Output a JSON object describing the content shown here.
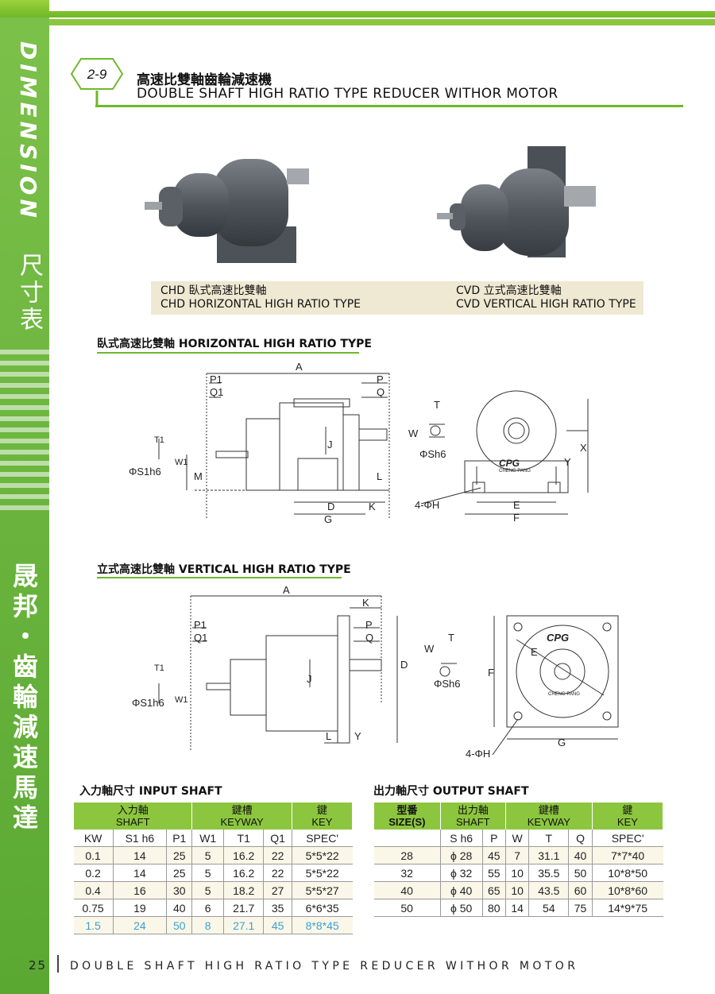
{
  "sidebar": {
    "word": "DIMENSION",
    "cn_label": "尺寸表",
    "company": "晟邦・齒輪減速馬達"
  },
  "section": {
    "number": "2-9",
    "title_cn": "高速比雙軸齒輪減速機",
    "title_en": "DOUBLE SHAFT HIGH RATIO TYPE REDUCER WITHOR MOTOR"
  },
  "captions": {
    "left_cn": "CHD  臥式高速比雙軸",
    "left_en": "CHD  HORIZONTAL HIGH RATIO TYPE",
    "right_cn": "CVD  立式高速比雙軸",
    "right_en": "CVD  VERTICAL HIGH RATIO TYPE"
  },
  "horizontal": {
    "heading": "臥式高速比雙軸 HORIZONTAL HIGH RATIO TYPE",
    "labels": {
      "A": "A",
      "P": "P",
      "Q": "Q",
      "P1": "P1",
      "Q1": "Q1",
      "T1": "T1",
      "W1": "W1",
      "S1": "ΦS1h6",
      "M": "M",
      "J": "J",
      "L": "L",
      "D": "D",
      "K": "K",
      "G": "G",
      "T": "T",
      "W": "W",
      "Sh6": "ΦSh6",
      "X": "X",
      "Y": "Y",
      "H": "4-ΦH",
      "E": "E",
      "F": "F",
      "brand": "CPG",
      "brand_sub": "CHENG PANG"
    }
  },
  "vertical": {
    "heading": "立式高速比雙軸 VERTICAL HIGH RATIO TYPE",
    "labels": {
      "A": "A",
      "K": "K",
      "P": "P",
      "Q": "Q",
      "P1": "P1",
      "Q1": "Q1",
      "T1": "T1",
      "W1": "W1",
      "S1": "ΦS1h6",
      "J": "J",
      "D": "D",
      "L": "L",
      "Y": "Y",
      "W": "W",
      "T": "T",
      "Sh6": "ΦSh6",
      "F": "F",
      "E": "E",
      "G": "G",
      "H": "4-ΦH",
      "brand": "CPG",
      "brand_sub": "CHENG PANG"
    }
  },
  "input_table": {
    "title": "入力軸尺寸  INPUT SHAFT",
    "groups": [
      {
        "cn": "入力軸",
        "en": "SHAFT"
      },
      {
        "cn": "鍵槽",
        "en": "KEYWAY"
      },
      {
        "cn": "鍵",
        "en": "KEY"
      }
    ],
    "columns": [
      "KW",
      "S1 h6",
      "P1",
      "W1",
      "T1",
      "Q1",
      "SPEC'"
    ],
    "rows": [
      [
        "0.1",
        "14",
        "25",
        "5",
        "16.2",
        "22",
        "5*5*22"
      ],
      [
        "0.2",
        "14",
        "25",
        "5",
        "16.2",
        "22",
        "5*5*22"
      ],
      [
        "0.4",
        "16",
        "30",
        "5",
        "18.2",
        "27",
        "5*5*27"
      ],
      [
        "0.75",
        "19",
        "40",
        "6",
        "21.7",
        "35",
        "6*6*35"
      ],
      [
        "1.5",
        "24",
        "50",
        "8",
        "27.1",
        "45",
        "8*8*45"
      ]
    ]
  },
  "output_table": {
    "title": "出力軸尺寸  OUTPUT SHAFT",
    "groups": [
      {
        "cn": "型番",
        "en": "SIZE(S)"
      },
      {
        "cn": "出力軸",
        "en": "SHAFT"
      },
      {
        "cn": "鍵槽",
        "en": "KEYWAY"
      },
      {
        "cn": "鍵",
        "en": "KEY"
      }
    ],
    "columns": [
      "",
      "S h6",
      "P",
      "W",
      "T",
      "Q",
      "SPEC'"
    ],
    "rows": [
      [
        "28",
        "ϕ 28",
        "45",
        "7",
        "31.1",
        "40",
        "7*7*40"
      ],
      [
        "32",
        "ϕ 32",
        "55",
        "10",
        "35.5",
        "50",
        "10*8*50"
      ],
      [
        "40",
        "ϕ 40",
        "65",
        "10",
        "43.5",
        "60",
        "10*8*60"
      ],
      [
        "50",
        "ϕ 50",
        "80",
        "14",
        "54",
        "75",
        "14*9*75"
      ]
    ]
  },
  "footer": {
    "page": "25",
    "text": "DOUBLE SHAFT HIGH RATIO TYPE REDUCER WITHOR MOTOR"
  },
  "colors": {
    "accent": "#8cc63f",
    "sidebar": "#6fb82a",
    "caption_bg": "#efe8d2",
    "highlight_text": "#3aa0d8"
  }
}
